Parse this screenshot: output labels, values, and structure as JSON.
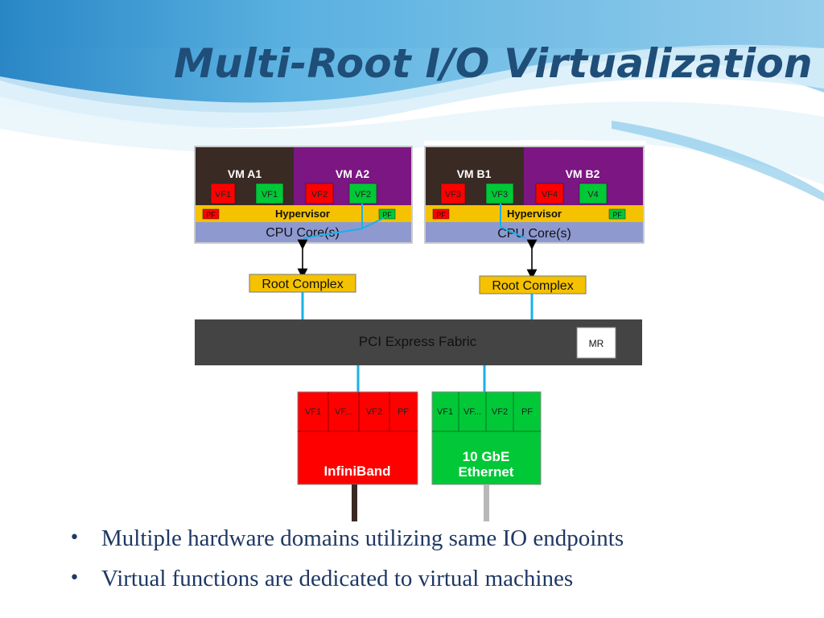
{
  "slide": {
    "title": "Multi-Root I/O Virtualization",
    "bullets": [
      "Multiple hardware domains utilizing same IO endpoints",
      "Virtual functions are dedicated to virtual machines"
    ]
  },
  "diagram": {
    "host_a": {
      "vm1": "VM A1",
      "vm2": "VM A2",
      "vfs": [
        "VF1",
        "VF1",
        "VF2",
        "VF2"
      ],
      "hypervisor": "Hypervisor",
      "pf_left": "PF",
      "pf_right": "PF",
      "cpu": "CPU Core(s)",
      "root_complex": "Root Complex"
    },
    "host_b": {
      "vm1": "VM B1",
      "vm2": "VM B2",
      "vfs": [
        "VF3",
        "VF3",
        "VF4",
        "V4"
      ],
      "hypervisor": "Hypervisor",
      "pf_left": "PF",
      "pf_right": "PF",
      "cpu": "CPU Core(s)",
      "root_complex": "Root Complex"
    },
    "fabric": {
      "label": "PCI Express Fabric",
      "mr": "MR"
    },
    "infiniband": {
      "functions": [
        "VF1",
        "VF...",
        "VF2",
        "PF"
      ],
      "line1": "InfiniBand"
    },
    "ethernet": {
      "functions": [
        "VF1",
        "VF...",
        "VF2",
        "PF"
      ],
      "line1": "10 GbE",
      "line2": "Ethernet"
    }
  },
  "colors": {
    "title": "#1f4e79",
    "vm_dark": "#3a2a24",
    "vm_purple": "#7b1682",
    "vf_red": "#ff0000",
    "vf_green": "#00c837",
    "hypervisor": "#f5c200",
    "cpu": "#8e99d0",
    "fabric": "#444444",
    "link": "#1ab0e6"
  }
}
